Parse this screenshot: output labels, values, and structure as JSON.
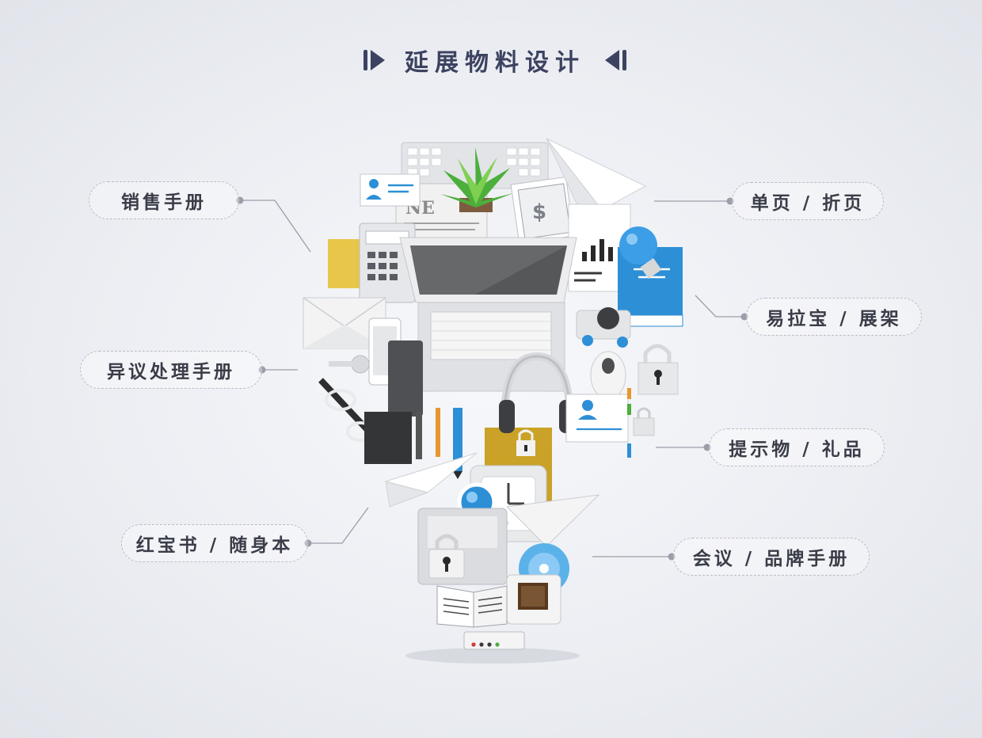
{
  "header": {
    "title": "延展物料设计"
  },
  "labels": {
    "sales_manual": "销售手册",
    "objection_manual": "异议处理手册",
    "red_book": "红宝书 / 随身本",
    "single_fold": "单页 / 折页",
    "rollup_stand": "易拉宝 / 展架",
    "gifts": "提示物 / 礼品",
    "brand_manual": "会议 / 品牌手册"
  },
  "colors": {
    "title": "#3c4260",
    "label_text": "#3a3d48",
    "dashed_border": "#b9bcc6",
    "connector": "#9a9ea8",
    "accent_blue": "#2d8fd6",
    "accent_yellow": "#e8c64a",
    "plant_green": "#4caf3c"
  },
  "icons": [
    "play-right-icon",
    "play-left-icon",
    "laptop-icon",
    "keyboard-icon",
    "plant-icon",
    "paper-plane-icon",
    "book-icon",
    "lightbulb-icon",
    "envelope-icon",
    "calculator-icon",
    "headphones-icon",
    "padlock-icon",
    "tablet-icon",
    "pen-icon",
    "magnifier-icon",
    "clock-icon",
    "cd-icon",
    "coffee-icon",
    "router-icon",
    "id-card-icon",
    "newspaper-icon",
    "money-icon",
    "mouse-icon",
    "key-icon",
    "glasses-icon",
    "ruler-icon"
  ]
}
